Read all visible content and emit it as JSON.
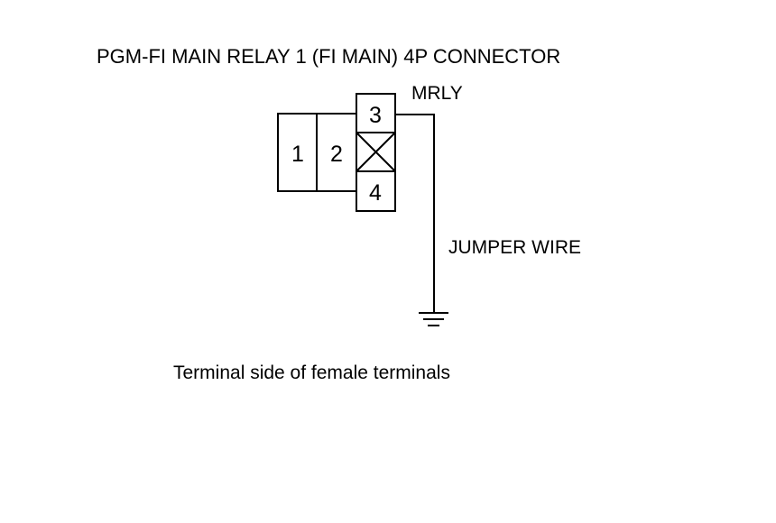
{
  "title": "PGM-FI MAIN RELAY 1 (FI MAIN) 4P CONNECTOR",
  "connector": {
    "terminals": [
      {
        "number": "1"
      },
      {
        "number": "2"
      },
      {
        "number": "3"
      },
      {
        "number": "4"
      }
    ],
    "signal_label": "MRLY"
  },
  "jumper_label": "JUMPER WIRE",
  "caption": "Terminal side of female terminals",
  "icons": {
    "ground": "ground-icon",
    "blocked_cavity": "crossed-box-icon"
  },
  "colors": {
    "line": "#000000",
    "background": "#ffffff"
  }
}
